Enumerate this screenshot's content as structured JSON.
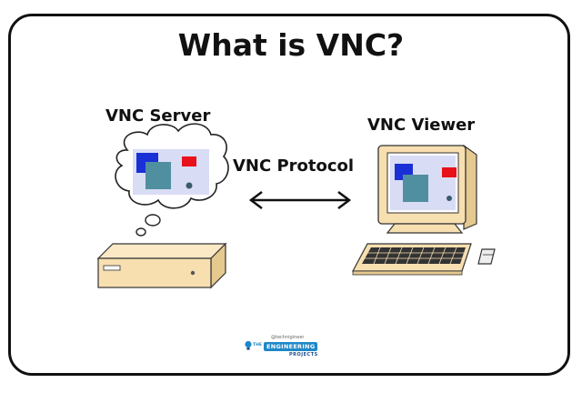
{
  "title": "What is VNC?",
  "nodes": {
    "server": "VNC Server",
    "viewer": "VNC Viewer"
  },
  "edge": {
    "label": "VNC Protocol",
    "direction": "bidirectional"
  },
  "logo": {
    "top_text": "@technigineer",
    "prefix": "THE",
    "name": "ENGINEERING",
    "suffix": "PROJECTS"
  },
  "colors": {
    "border": "#111111",
    "window_blue": "#1a2fd6",
    "window_teal": "#4f8fa0",
    "window_red": "#e8101a",
    "desktop_bg": "#d9dcf5",
    "hardware": "#f7dfb0",
    "logo_blue": "#1e88c8"
  }
}
